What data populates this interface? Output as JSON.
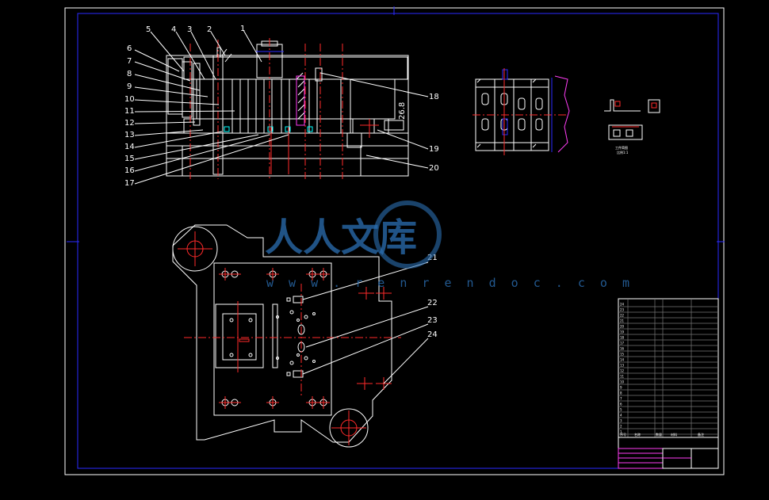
{
  "drawing": {
    "section_callouts": [
      "1",
      "2",
      "3",
      "4",
      "5",
      "6",
      "7",
      "8",
      "9",
      "10",
      "11",
      "12",
      "13",
      "14",
      "15",
      "16",
      "17",
      "18",
      "19",
      "20"
    ],
    "plan_callouts": [
      "21",
      "22",
      "23",
      "24"
    ],
    "side_note": "26.8",
    "small_view_caption": [
      "工件简图",
      "比例1:1"
    ]
  },
  "watermark": {
    "brand": "人人文库",
    "url": "w w w . r e n r e n d o c . c o m"
  },
  "title_block": {
    "rows": [
      "24",
      "23",
      "22",
      "21",
      "20",
      "19",
      "18",
      "17",
      "16",
      "15",
      "14",
      "13",
      "12",
      "11",
      "10",
      "9",
      "8",
      "7",
      "6",
      "5",
      "4",
      "3",
      "2",
      "1"
    ],
    "header": [
      "序号",
      "名称",
      "数量",
      "材料",
      "备注"
    ]
  },
  "colors": {
    "background": "#000000",
    "outline": "#ffffff",
    "centerline": "#ff2a2a",
    "frame": "#2a2aff",
    "watermark": "#2b6fb3",
    "title_block_accent": "#ff3df5"
  }
}
